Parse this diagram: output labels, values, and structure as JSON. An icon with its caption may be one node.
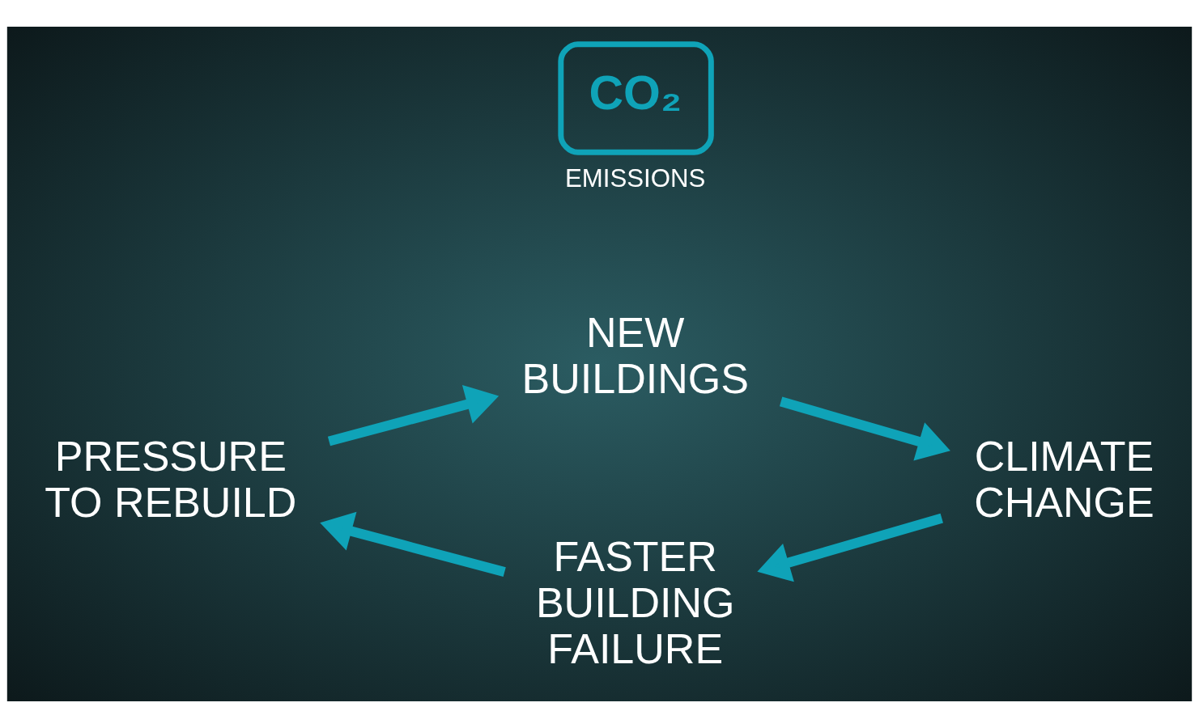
{
  "diagram": {
    "nodes": [
      {
        "text": [
          "NEW BUILDINGS"
        ]
      },
      {
        "text": [
          "CLIMATE CHANGE"
        ]
      },
      {
        "text": [
          "FASTER BUILDING FAILURE"
        ]
      },
      {
        "text": [
          "PRESSURE TO REBUILD"
        ]
      },
      {
        "text": [
          "CO₂"
        ],
        "beside": [
          "EMISSIONS"
        ]
      }
    ],
    "edges": [
      {
        "from": 0,
        "to": 1,
        "arrow": "to"
      },
      {
        "from": 1,
        "to": 2,
        "arrow": "to"
      },
      {
        "from": 2,
        "to": 3,
        "arrow": "to"
      },
      {
        "from": 3,
        "to": 0,
        "arrow": "to"
      }
    ]
  }
}
